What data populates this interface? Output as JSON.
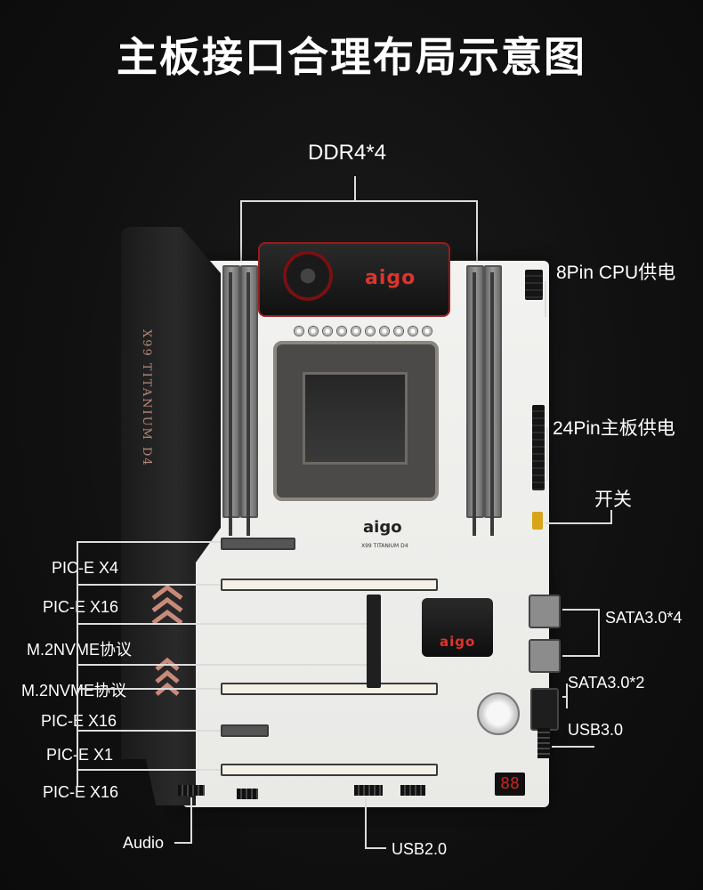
{
  "title": "主板接口合理布局示意图",
  "board": {
    "brand_logo": "aigo",
    "model_text": "X99 TITANIUM D4",
    "debug_display": "88"
  },
  "labels": {
    "ddr4": "DDR4*4",
    "cpu_power": "8Pin CPU供电",
    "atx_power": "24Pin主板供电",
    "switch": "开关",
    "sata_4": "SATA3.0*4",
    "sata_2": "SATA3.0*2",
    "usb3": "USB3.0",
    "usb2": "USB2.0",
    "audio": "Audio",
    "left": [
      "PIC-E X4",
      "PIC-E X16",
      "M.2NVME协议",
      "M.2NVME协议",
      "PIC-E X16",
      "PIC-E X1",
      "PIC-E X16"
    ]
  },
  "colors": {
    "accent_red": "#e0332b",
    "board_white": "#f2f2f0",
    "shroud_black": "#1e1e1e",
    "leader_line": "#dcdcdc"
  }
}
